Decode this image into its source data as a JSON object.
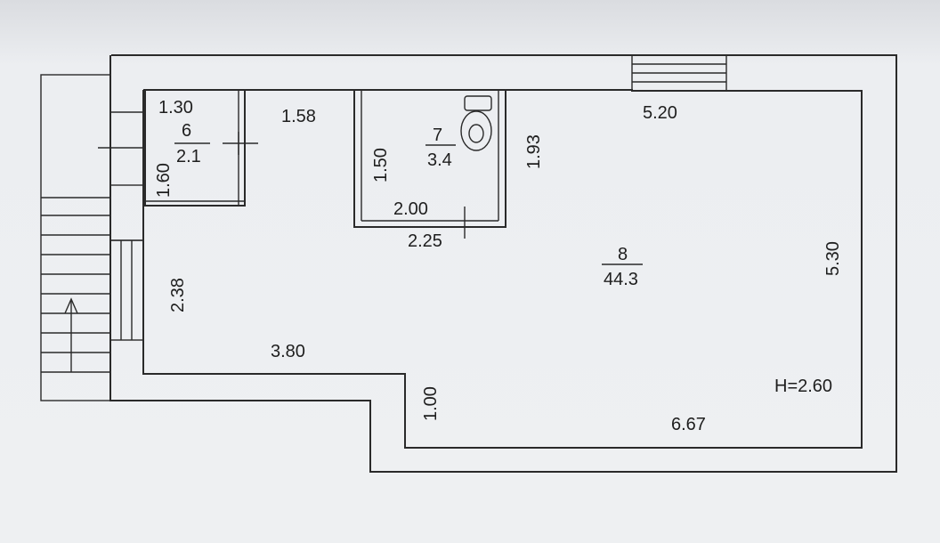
{
  "rooms": {
    "r6": {
      "number": "6",
      "area": "2.1"
    },
    "r7": {
      "number": "7",
      "area": "3.4"
    },
    "r8": {
      "number": "8",
      "area": "44.3"
    }
  },
  "dims": {
    "d130": "1.30",
    "d158": "1.58",
    "d160": "1.60",
    "d150": "1.50",
    "d193": "1.93",
    "d520": "5.20",
    "d200": "2.00",
    "d225": "2.25",
    "d530": "5.30",
    "d238": "2.38",
    "d380": "3.80",
    "d100": "1.00",
    "d667": "6.67"
  },
  "height": "H=2.60"
}
